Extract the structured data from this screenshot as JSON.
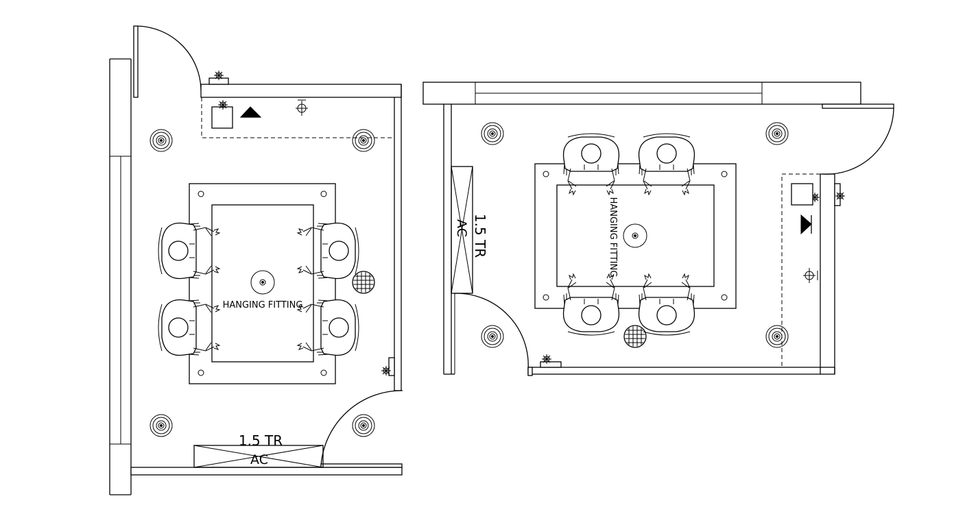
{
  "plans": [
    {
      "id": "plan-left",
      "table_label": "HANGING FITTING",
      "ac_capacity": "1.5  TR",
      "ac_label": "AC"
    },
    {
      "id": "plan-right",
      "table_label": "HANGING FITTING",
      "ac_capacity": "1.5  TR",
      "ac_label": "AC"
    }
  ],
  "colors": {
    "line": "#000000",
    "background": "#ffffff"
  },
  "symbols": [
    "door-swing-icon",
    "downlight-icon",
    "grille-icon",
    "chair-icon",
    "person-icon",
    "switch-icon",
    "socket-icon",
    "ac-unit-icon"
  ]
}
